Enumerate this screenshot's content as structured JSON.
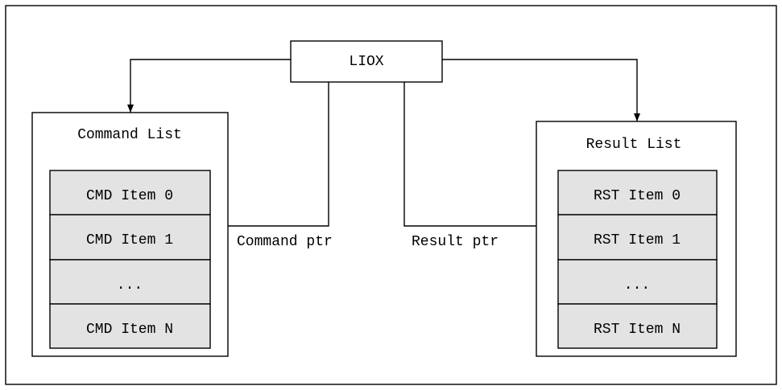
{
  "liox": {
    "label": "LIOX"
  },
  "command_list": {
    "title": "Command List",
    "items": [
      "CMD Item 0",
      "CMD Item 1",
      "...",
      "CMD Item N"
    ]
  },
  "result_list": {
    "title": "Result List",
    "items": [
      "RST Item 0",
      "RST Item 1",
      "...",
      "RST Item N"
    ]
  },
  "pointers": {
    "command": "Command ptr",
    "result": "Result ptr"
  }
}
